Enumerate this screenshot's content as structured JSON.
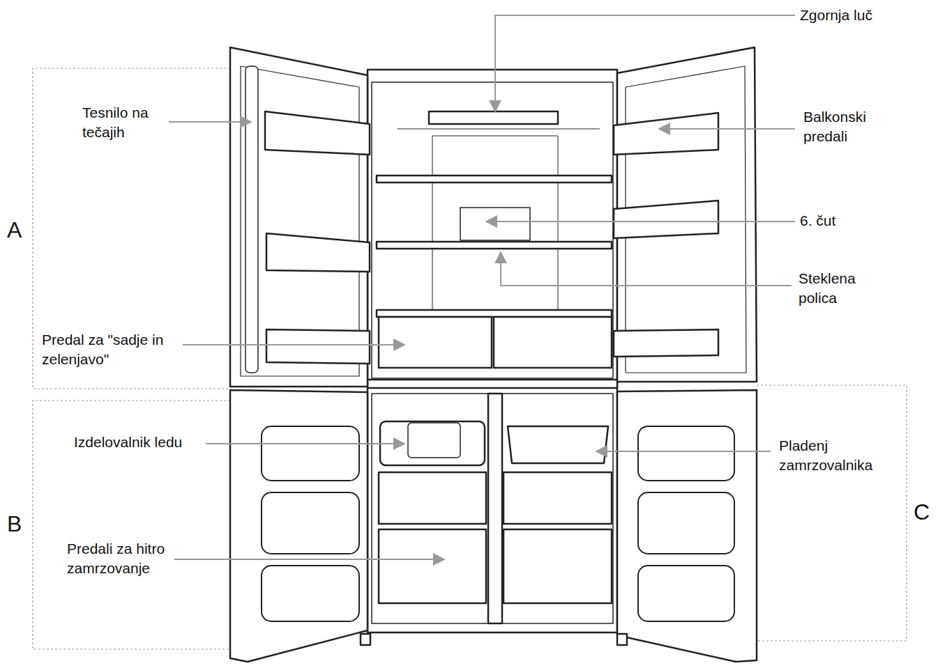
{
  "diagram": {
    "labels": [
      "Zgornja luč",
      "Tesnilo na tečajih",
      "Balkonski predali",
      "A",
      "6. čut",
      "Steklena polica",
      "Predal za \"sadje in zelenjavo\"",
      "Izdelovalnik ledu",
      "Pladenj zamrzovalnika",
      "B",
      "C",
      "Predali za hitro zamrzovanje"
    ]
  }
}
